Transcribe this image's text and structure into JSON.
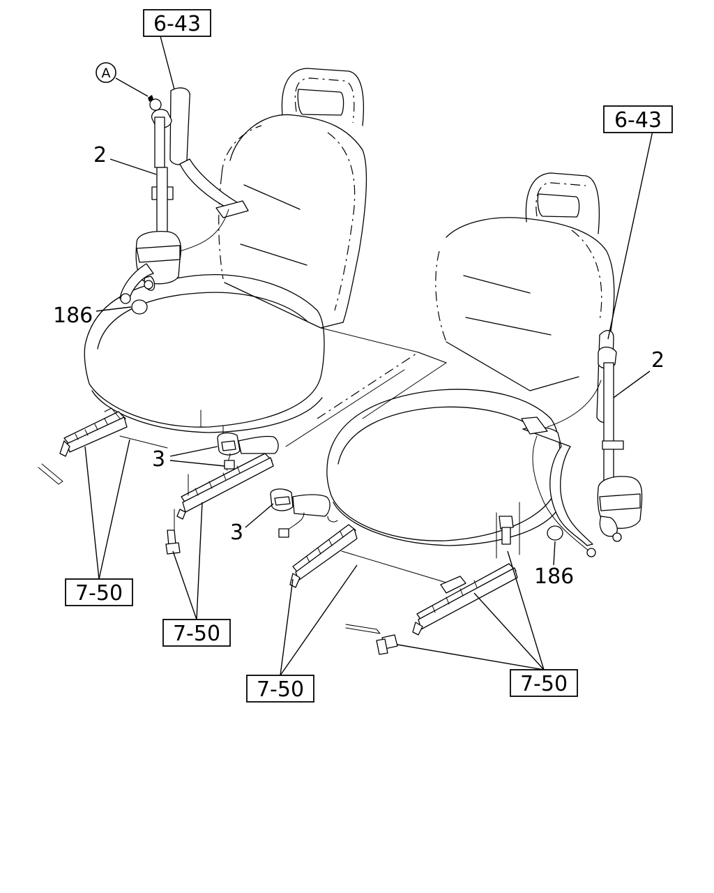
{
  "callouts": {
    "ref_a": "A",
    "part_2": "2",
    "part_3": "3",
    "part_186": "186"
  },
  "references": {
    "seat_belt_page": "6-43",
    "seat_page": "7-50"
  }
}
